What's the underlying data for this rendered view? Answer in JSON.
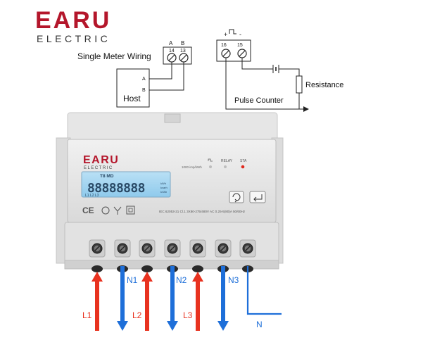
{
  "brand": {
    "logo_main": "EARU",
    "logo_sub": "ELECTRIC",
    "accent_color": "#b4162b"
  },
  "wiring": {
    "single_meter_label": "Single Meter Wiring",
    "terminal_a_top": "A",
    "terminal_b_top": "B",
    "terminal_14": "14",
    "terminal_13": "13",
    "host_label": "Host",
    "host_a": "A",
    "host_b": "B"
  },
  "pulse": {
    "plus": "+",
    "minus": "-",
    "terminal_16": "16",
    "terminal_15": "15",
    "resistance_label": "Resistance",
    "counter_label": "Pulse Counter"
  },
  "meter": {
    "logo_main": "EARU",
    "logo_sub": "ELECTRIC",
    "imp_label": "1000 imp/kWh",
    "relay_label": "RELAY",
    "sta_label": "STA",
    "lcd_digits": "88888888",
    "lcd_top": "T8 MD",
    "lcd_units_1": "kWh",
    "lcd_units_2": "kvarh",
    "lcd_units_3": "kVAh",
    "lcd_phase": "L1 L2 L3",
    "spec_line": "IEC 62053-21   Cl.1   3X80-275/480V AC   0.25-5(80)A   50/60Hz",
    "cert_marks": "CE"
  },
  "terminals": {
    "phase_labels": [
      "L1",
      "L2",
      "L3"
    ],
    "neutral_labels": [
      "N1",
      "N2",
      "N3"
    ],
    "n_label": "N",
    "phase_color": "#e8321f",
    "neutral_color": "#1e6fd9"
  }
}
